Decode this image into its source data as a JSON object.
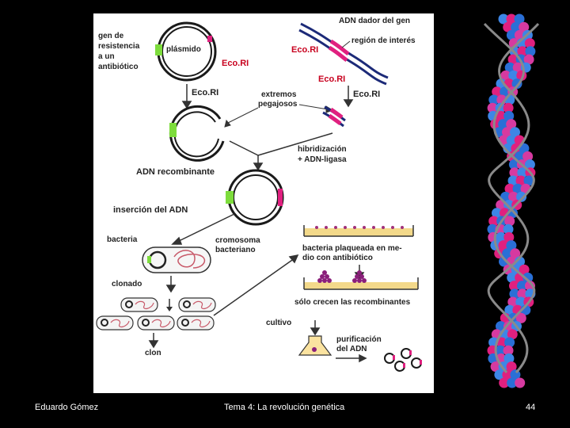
{
  "diagram": {
    "labels": {
      "gene_resistance": [
        "gen de",
        "resistencia",
        "a un",
        "antibiótico"
      ],
      "plasmid": "plásmido",
      "ecori": "Eco.RI",
      "donor_dna": "ADN dador del gen",
      "region_interest": "región de interés",
      "sticky_ends": [
        "extremos",
        "pegajosos"
      ],
      "hybridization": [
        "hibridización",
        "+ ADN-ligasa"
      ],
      "recombinant_dna": "ADN recombinante",
      "dna_insertion": "inserción del ADN",
      "bacterium": "bacteria",
      "chromosome": [
        "cromosoma",
        "bacteriano"
      ],
      "plated_bacterium": [
        "bacteria plaqueada en me-",
        "dio con antibiótico"
      ],
      "cloned": "clonado",
      "only_recombinants": "sólo crecen las recombinantes",
      "culture": "cultivo",
      "purification": [
        "purificación",
        "del ADN"
      ],
      "clone": "clon"
    },
    "colors": {
      "ring": "#1a1a1a",
      "resistance_gene": "#7ddc3c",
      "insert": "#e0207f",
      "donor_strand": "#1c2a78",
      "ecori_text": "#c8001e"
    }
  },
  "decoration": {
    "helix_image": "dna-double-helix-icon"
  },
  "footer": {
    "author": "Eduardo Gómez",
    "title": "Tema 4: La revolución genética",
    "page": "44"
  }
}
